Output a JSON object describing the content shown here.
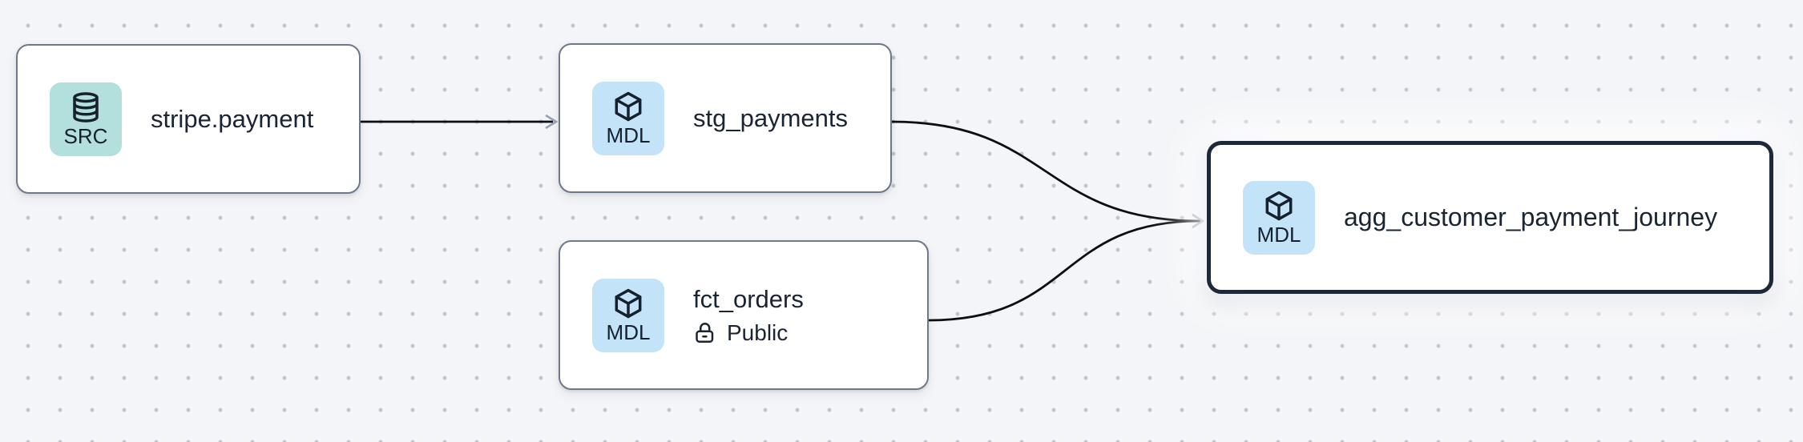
{
  "diagram": {
    "type": "data-lineage-graph",
    "nodes": [
      {
        "id": "stripe.payment",
        "label": "stripe.payment",
        "badge_label": "SRC",
        "badge_icon": "database",
        "kind": "source",
        "selected": false
      },
      {
        "id": "stg_payments",
        "label": "stg_payments",
        "badge_label": "MDL",
        "badge_icon": "cube",
        "kind": "model",
        "selected": false
      },
      {
        "id": "fct_orders",
        "label": "fct_orders",
        "badge_label": "MDL",
        "badge_icon": "cube",
        "kind": "model",
        "access": "Public",
        "access_icon": "unlock",
        "selected": false
      },
      {
        "id": "agg_customer_payment_journey",
        "label": "agg_customer_payment_journey",
        "badge_label": "MDL",
        "badge_icon": "cube",
        "kind": "model",
        "selected": true
      }
    ],
    "edges": [
      {
        "from": "stripe.payment",
        "to": "stg_payments"
      },
      {
        "from": "stg_payments",
        "to": "agg_customer_payment_journey"
      },
      {
        "from": "fct_orders",
        "to": "agg_customer_payment_journey"
      }
    ],
    "colors": {
      "canvas_background": "#f4f5f8",
      "grid_dot": "#c2c6d0",
      "node_fill": "#ffffff",
      "node_border": "#6d7889",
      "selected_node_border": "#1d2839",
      "edge": "#0b0e13",
      "arrowhead": "#98a1b2",
      "source_badge_background": "#b3dfdc",
      "model_badge_background": "#c3e4f8",
      "text": "#1a2433"
    }
  }
}
